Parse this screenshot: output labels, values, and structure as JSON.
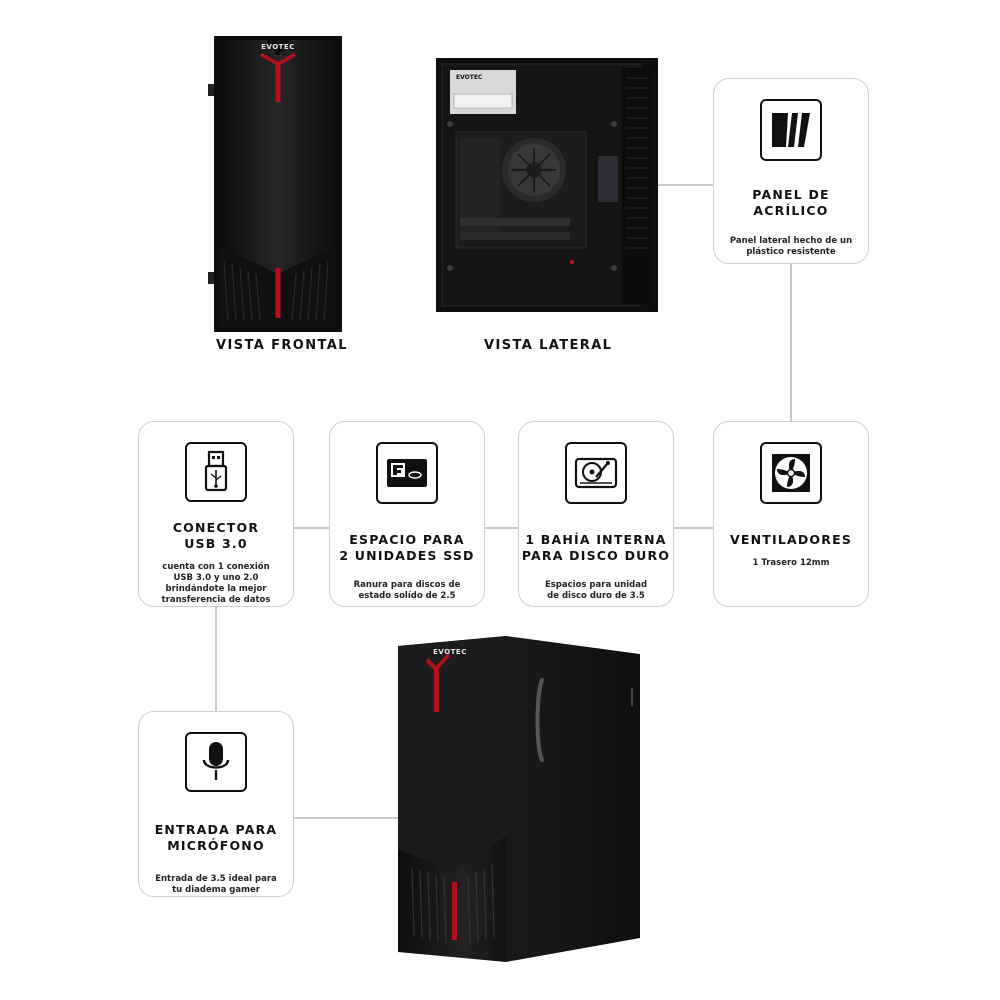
{
  "brand": "EVOTEC",
  "views": {
    "front": "VISTA FRONTAL",
    "side": "VISTA LATERAL"
  },
  "features": {
    "acrylic": {
      "icon": "acrylic-panel-icon",
      "title": "PANEL DE\nACRÍLICO",
      "desc": "Panel lateral hecho de un\nplástico resistente"
    },
    "usb": {
      "icon": "usb-icon",
      "title": "CONECTOR\nUSB 3.0",
      "desc": "cuenta con 1 conexión\nUSB 3.0 y uno 2.0\nbrindándote la mejor\ntransferencia de datos"
    },
    "ssd": {
      "icon": "ssd-icon",
      "title": "ESPACIO PARA\n2 UNIDADES SSD",
      "desc": "Ranura para discos de\nestado solído de 2.5"
    },
    "hdd": {
      "icon": "hard-disk-icon",
      "title": "1 BAHÍA INTERNA\nPARA DISCO DURO",
      "desc": "Espacios para unidad\nde disco duro de 3.5"
    },
    "fans": {
      "icon": "fan-icon",
      "title": "VENTILADORES",
      "desc": "1 Trasero 12mm"
    },
    "mic": {
      "icon": "microphone-icon",
      "title": "ENTRADA PARA\nMICRÓFONO",
      "desc": "Entrada de 3.5 ideal para\ntu diadema gamer"
    }
  },
  "colors": {
    "accent_red": "#b3121b",
    "case_black": "#141414",
    "connector_gray": "#c9c9c9"
  }
}
